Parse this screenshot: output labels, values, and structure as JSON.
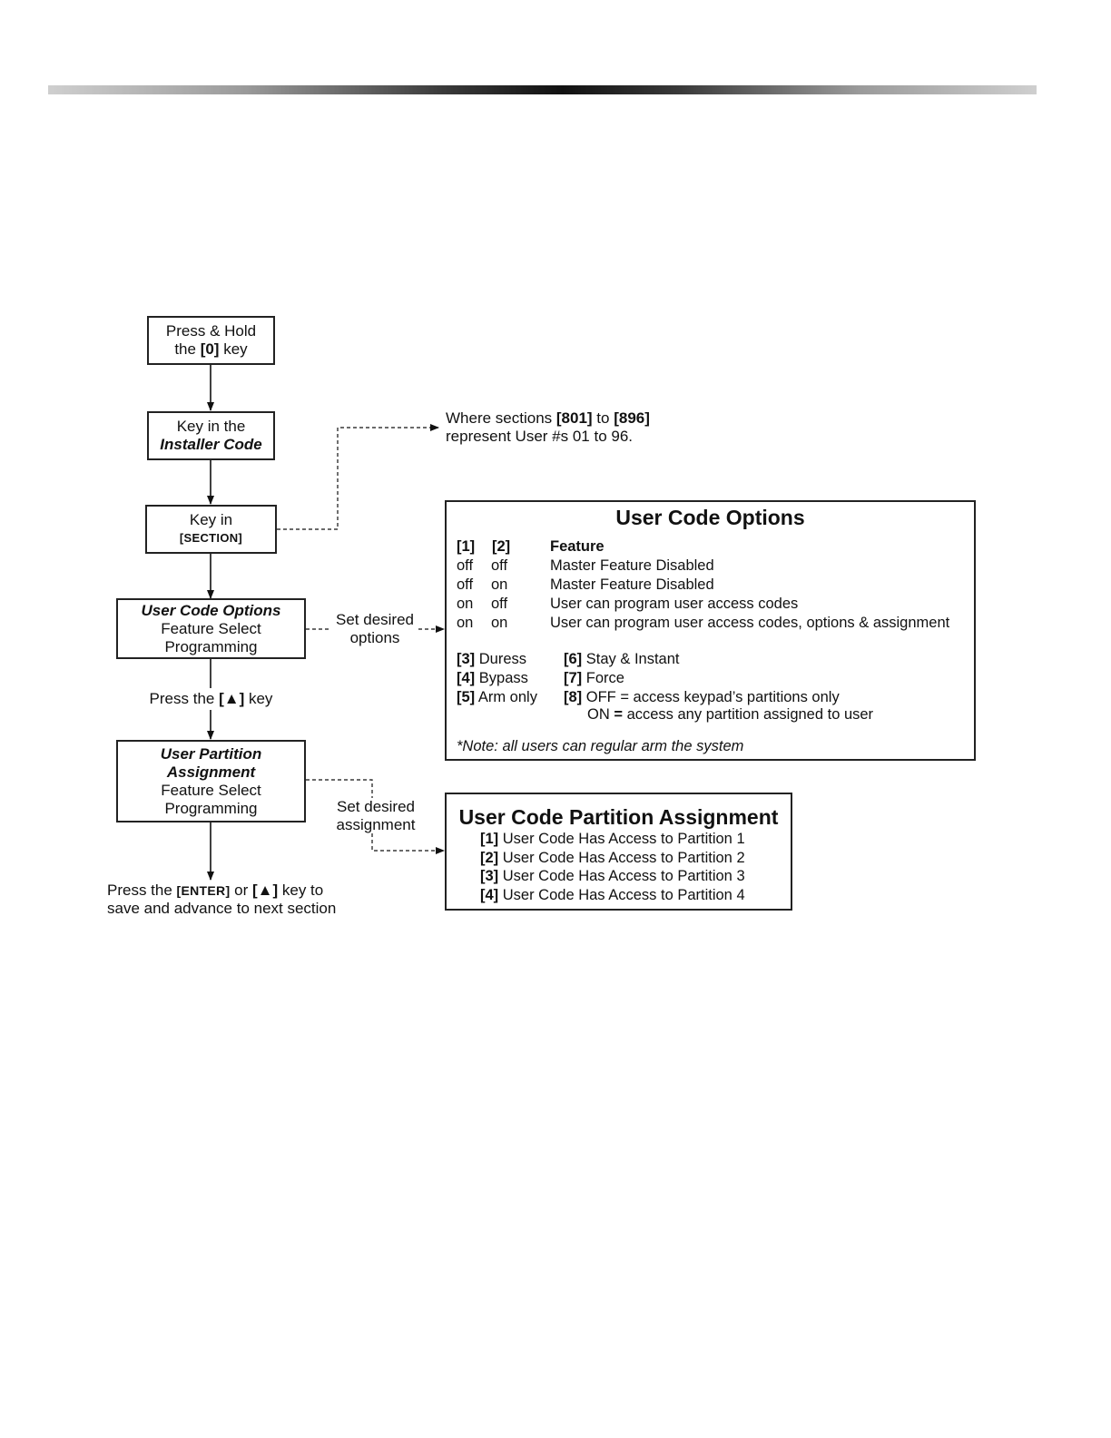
{
  "flow": {
    "step1": {
      "line1": "Press & Hold",
      "pre": "the ",
      "key": "[0]",
      "post": " key"
    },
    "step2": {
      "pre": "Key in the",
      "code": "Installer Code"
    },
    "step3": {
      "pre": "Key in",
      "section": "[SECTION]"
    },
    "step4": {
      "title": "User Code Options",
      "line2": "Feature Select",
      "line3": "Programming"
    },
    "between": {
      "pre": "Press the ",
      "key": "[▲]",
      "post": " key"
    },
    "step5": {
      "title1": "User Partition",
      "title2": "Assignment",
      "line3": "Feature Select",
      "line4": "Programming"
    },
    "final": {
      "pre": "Press the ",
      "enter": "[ENTER]",
      "mid": " or ",
      "up": "[▲]",
      "post": " key to",
      "line2": "save and  advance to next section"
    }
  },
  "note_sections": {
    "pre": "Where sections ",
    "from": "[801]",
    "to_word": " to ",
    "to": "[896]",
    "line2": "represent User #s 01 to 96."
  },
  "connector_labels": {
    "options": {
      "line1": "Set desired",
      "line2": "options"
    },
    "assignment": {
      "line1": "Set desired",
      "line2": "assignment"
    }
  },
  "options_panel": {
    "title": "User Code Options",
    "headers": [
      "[1]",
      "[2]",
      "Feature"
    ],
    "rows": [
      [
        "off",
        "off",
        "Master Feature Disabled"
      ],
      [
        "off",
        "on",
        "Master Feature Disabled"
      ],
      [
        "on",
        "off",
        "User can program user access codes"
      ],
      [
        "on",
        "on",
        "User can program user access codes, options & assignment"
      ]
    ],
    "left_options": [
      {
        "key": "[3]",
        "label": " Duress"
      },
      {
        "key": "[4]",
        "label": " Bypass"
      },
      {
        "key": "[5]",
        "label": " Arm only"
      }
    ],
    "right_options": [
      {
        "key": "[6]",
        "label": " Stay & Instant"
      },
      {
        "key": "[7]",
        "label": " Force"
      },
      {
        "key": "[8]",
        "label": " OFF = access keypad’s partitions only"
      }
    ],
    "opt8_line2": {
      "pre": "ON ",
      "eq": "=",
      "post": " access any partition assigned to user"
    },
    "note": "*Note: all users can regular arm the system"
  },
  "partition_panel": {
    "title": "User Code Partition Assignment",
    "items": [
      {
        "key": "[1]",
        "label": " User Code Has Access to Partition 1"
      },
      {
        "key": "[2]",
        "label": " User Code Has Access to Partition 2"
      },
      {
        "key": "[3]",
        "label": " User Code Has Access to Partition 3"
      },
      {
        "key": "[4]",
        "label": " User Code Has Access to Partition 4"
      }
    ]
  }
}
